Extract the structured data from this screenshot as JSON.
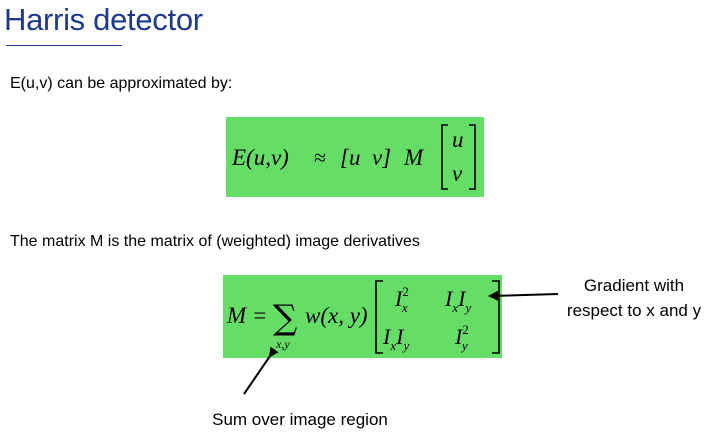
{
  "slide": {
    "title": "Harris detector",
    "intro_text": "E(u,v) can be approximated by:",
    "matrix_text": "The matrix M is the matrix of (weighted) image derivatives"
  },
  "equation1": {
    "lhs": "E(u,v)",
    "approx": "≈",
    "row_vector": "[u  v]",
    "matrix": "M",
    "col_top": "u",
    "col_bottom": "v"
  },
  "equation2": {
    "lhs": "M =",
    "sum_symbol": "∑",
    "sum_subscript": "x,y",
    "weight": "w(x, y)",
    "m11_base": "I",
    "m11_sup": "2",
    "m11_sub": "x",
    "m12_a": "I",
    "m12_a_sub": "x",
    "m12_b": "I",
    "m12_b_sub": "y",
    "m21_a": "I",
    "m21_a_sub": "x",
    "m21_b": "I",
    "m21_b_sub": "y",
    "m22_base": "I",
    "m22_sup": "2",
    "m22_sub": "y"
  },
  "annotations": {
    "gradient_line1": "Gradient with",
    "gradient_line2": "respect to x and y",
    "sum_label": "Sum over image region"
  },
  "colors": {
    "title": "#1f3a8a",
    "equation_background": "#66dd66"
  }
}
